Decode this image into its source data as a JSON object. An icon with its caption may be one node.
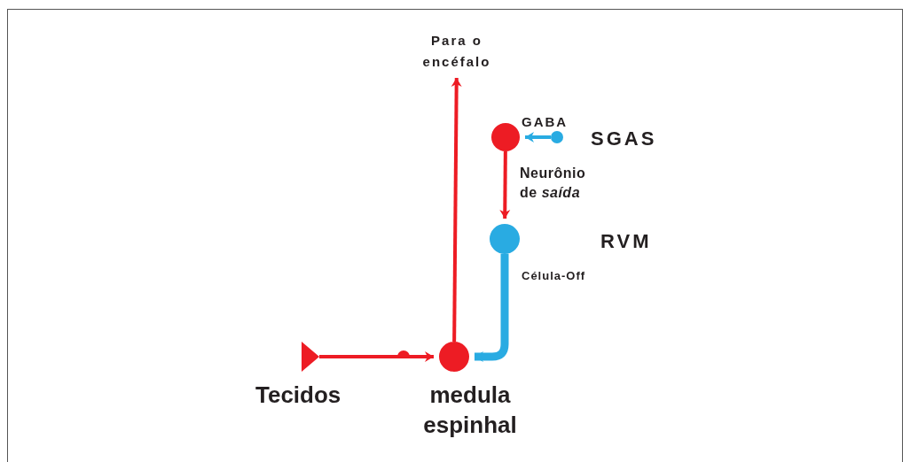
{
  "diagram": {
    "nodes": [
      {
        "text": [],
        "shape": "triangle",
        "beside": [
          "Tecidos"
        ]
      },
      {
        "text": [],
        "shape": "circle",
        "beside": [
          "medula espinhal"
        ]
      },
      {
        "text": [
          "Para o encéfalo"
        ]
      },
      {
        "text": [],
        "shape": "circle"
      },
      {
        "text": [],
        "shape": "circle"
      },
      {
        "text": [],
        "shape": "circle"
      }
    ],
    "labels": [
      "SGAS",
      "RVM"
    ],
    "edges": [
      {
        "from": 0,
        "to": 1,
        "arrow": "to"
      },
      {
        "from": 1,
        "to": 2,
        "arrow": "to"
      },
      {
        "from": 4,
        "to": 3,
        "arrow": "to",
        "label": "GABA",
        "color": "#29abe2"
      },
      {
        "from": 3,
        "to": 5,
        "arrow": "to",
        "label": "Neurônio de *saída*"
      },
      {
        "from": 5,
        "to": 1,
        "arrow": "to",
        "label": "Célula-Off",
        "style": "thick",
        "color": "#29abe2"
      }
    ]
  }
}
